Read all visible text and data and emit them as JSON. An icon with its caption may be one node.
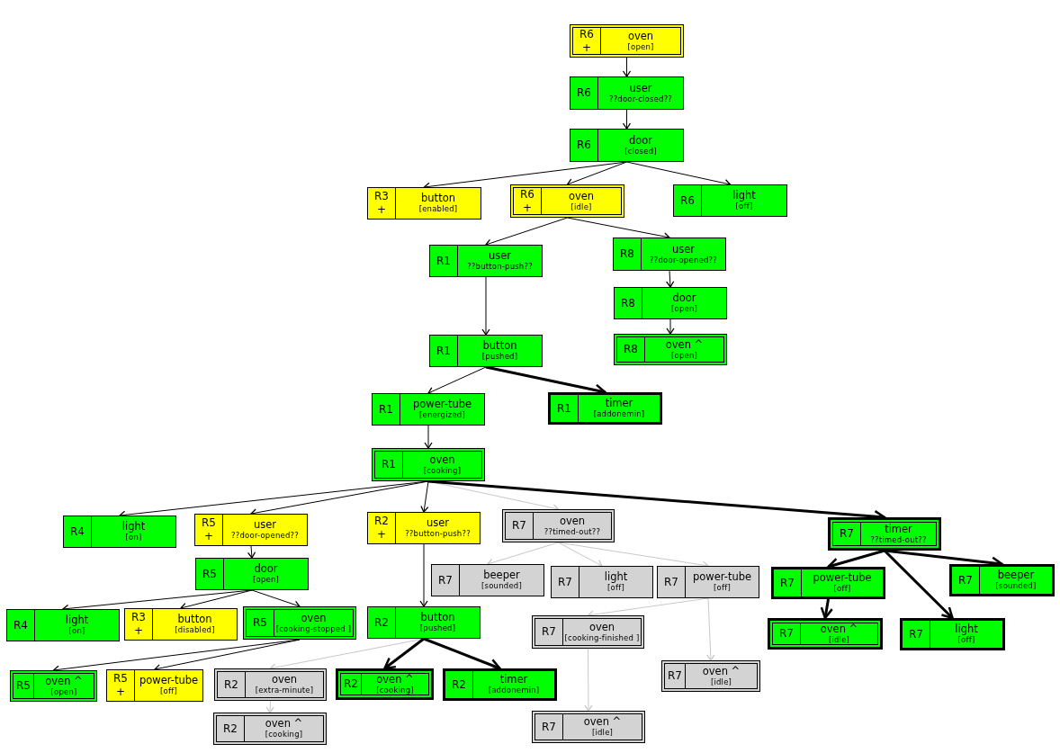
{
  "diagram": {
    "nodes": [
      {
        "text": [
          "R6",
          "+",
          "oven",
          "[open]"
        ]
      },
      {
        "text": [
          "R6",
          "user",
          "??door-closed??"
        ]
      },
      {
        "text": [
          "R6",
          "door",
          "[closed]"
        ]
      },
      {
        "text": [
          "R3",
          "+",
          "button",
          "[enabled]"
        ]
      },
      {
        "text": [
          "R6",
          "+",
          "oven",
          "[idle]"
        ]
      },
      {
        "text": [
          "R6",
          "light",
          "[off]"
        ]
      },
      {
        "text": [
          "R1",
          "user",
          "??button-push??"
        ]
      },
      {
        "text": [
          "R8",
          "user",
          "??door-opened??"
        ]
      },
      {
        "text": [
          "R8",
          "door",
          "[open]"
        ]
      },
      {
        "text": [
          "R8",
          "oven ^",
          "[open]"
        ]
      },
      {
        "text": [
          "R1",
          "button",
          "[pushed]"
        ]
      },
      {
        "text": [
          "R1",
          "power-tube",
          "[energized]"
        ]
      },
      {
        "text": [
          "R1",
          "timer",
          "[addonemin]"
        ]
      },
      {
        "text": [
          "R1",
          "oven",
          "[cooking]"
        ]
      },
      {
        "text": [
          "R4",
          "light",
          "[on]"
        ]
      },
      {
        "text": [
          "R5",
          "+",
          "user",
          "??door-opened??"
        ]
      },
      {
        "text": [
          "R2",
          "+",
          "user",
          "??button-push??"
        ]
      },
      {
        "text": [
          "R7",
          "oven",
          "??timed-out??"
        ]
      },
      {
        "text": [
          "R7",
          "timer",
          "??timed-out??"
        ]
      },
      {
        "text": [
          "R5",
          "door",
          "[open]"
        ]
      },
      {
        "text": [
          "R7",
          "beeper",
          "[sounded]"
        ]
      },
      {
        "text": [
          "R7",
          "light",
          "[off]"
        ]
      },
      {
        "text": [
          "R7",
          "power-tube",
          "[off]"
        ]
      },
      {
        "text": [
          "R7",
          "power-tube",
          "[off]"
        ]
      },
      {
        "text": [
          "R7",
          "beeper",
          "[sounded]"
        ]
      },
      {
        "text": [
          "R4",
          "light",
          "[on]"
        ]
      },
      {
        "text": [
          "R3",
          "+",
          "button",
          "[disabled]"
        ]
      },
      {
        "text": [
          "R5",
          "oven",
          "[cooking-stopped ]"
        ]
      },
      {
        "text": [
          "R2",
          "button",
          "[pushed]"
        ]
      },
      {
        "text": [
          "R7",
          "oven",
          "[cooking-finished ]"
        ]
      },
      {
        "text": [
          "R7",
          "oven ^",
          "[idle]"
        ]
      },
      {
        "text": [
          "R7",
          "light",
          "[off]"
        ]
      },
      {
        "text": [
          "R5",
          "oven ^",
          "[open]"
        ]
      },
      {
        "text": [
          "R5",
          "+",
          "power-tube",
          "[off]"
        ]
      },
      {
        "text": [
          "R2",
          "oven",
          "[extra-minute]"
        ]
      },
      {
        "text": [
          "R2",
          "oven ^",
          "[cooking]"
        ]
      },
      {
        "text": [
          "R2",
          "timer",
          "[addonemin]"
        ]
      },
      {
        "text": [
          "R7",
          "oven ^",
          "[idle]"
        ]
      },
      {
        "text": [
          "R2",
          "oven ^",
          "[cooking]"
        ]
      },
      {
        "text": [
          "R7",
          "oven ^",
          "[idle]"
        ]
      }
    ],
    "edges": [
      {
        "from": 0,
        "to": 1,
        "arrow": "to"
      },
      {
        "from": 1,
        "to": 2,
        "arrow": "to"
      },
      {
        "from": 2,
        "to": 3,
        "arrow": "to"
      },
      {
        "from": 2,
        "to": 4,
        "arrow": "to"
      },
      {
        "from": 2,
        "to": 5,
        "arrow": "to"
      },
      {
        "from": 4,
        "to": 6,
        "arrow": "to"
      },
      {
        "from": 4,
        "to": 7,
        "arrow": "to"
      },
      {
        "from": 6,
        "to": 10,
        "arrow": "to"
      },
      {
        "from": 7,
        "to": 8,
        "arrow": "to"
      },
      {
        "from": 8,
        "to": 9,
        "arrow": "to"
      },
      {
        "from": 10,
        "to": 11,
        "arrow": "to"
      },
      {
        "from": 10,
        "to": 12,
        "arrow": "to",
        "style": "thick"
      },
      {
        "from": 11,
        "to": 13,
        "arrow": "to"
      },
      {
        "from": 13,
        "to": 14,
        "arrow": "to"
      },
      {
        "from": 13,
        "to": 15,
        "arrow": "to"
      },
      {
        "from": 13,
        "to": 16,
        "arrow": "to"
      },
      {
        "from": 13,
        "to": 17,
        "arrow": "to",
        "color": "#c8c8c8"
      },
      {
        "from": 13,
        "to": 18,
        "arrow": "to",
        "style": "thick"
      },
      {
        "from": 15,
        "to": 19,
        "arrow": "to"
      },
      {
        "from": 19,
        "to": 25,
        "arrow": "to"
      },
      {
        "from": 19,
        "to": 26,
        "arrow": "to"
      },
      {
        "from": 19,
        "to": 27,
        "arrow": "to"
      },
      {
        "from": 27,
        "to": 32,
        "arrow": "to"
      },
      {
        "from": 27,
        "to": 33,
        "arrow": "to"
      },
      {
        "from": 16,
        "to": 28,
        "arrow": "to"
      },
      {
        "from": 28,
        "to": 34,
        "arrow": "to",
        "color": "#c8c8c8"
      },
      {
        "from": 28,
        "to": 35,
        "arrow": "to",
        "style": "thick"
      },
      {
        "from": 28,
        "to": 36,
        "arrow": "to",
        "style": "thick"
      },
      {
        "from": 17,
        "to": 20,
        "arrow": "to",
        "color": "#c8c8c8"
      },
      {
        "from": 17,
        "to": 21,
        "arrow": "to",
        "color": "#c8c8c8"
      },
      {
        "from": 17,
        "to": 22,
        "arrow": "to",
        "color": "#c8c8c8"
      },
      {
        "from": 22,
        "to": 29,
        "arrow": "to",
        "color": "#c8c8c8"
      },
      {
        "from": 22,
        "to": 37,
        "arrow": "to",
        "color": "#c8c8c8"
      },
      {
        "from": 29,
        "to": 39,
        "arrow": "to",
        "color": "#c8c8c8"
      },
      {
        "from": 34,
        "to": 38,
        "arrow": "to",
        "color": "#c8c8c8"
      },
      {
        "from": 18,
        "to": 23,
        "arrow": "to",
        "style": "thick"
      },
      {
        "from": 18,
        "to": 24,
        "arrow": "to",
        "style": "thick"
      },
      {
        "from": 18,
        "to": 31,
        "arrow": "to",
        "style": "thick"
      },
      {
        "from": 23,
        "to": 30,
        "arrow": "to",
        "style": "thick"
      }
    ]
  }
}
